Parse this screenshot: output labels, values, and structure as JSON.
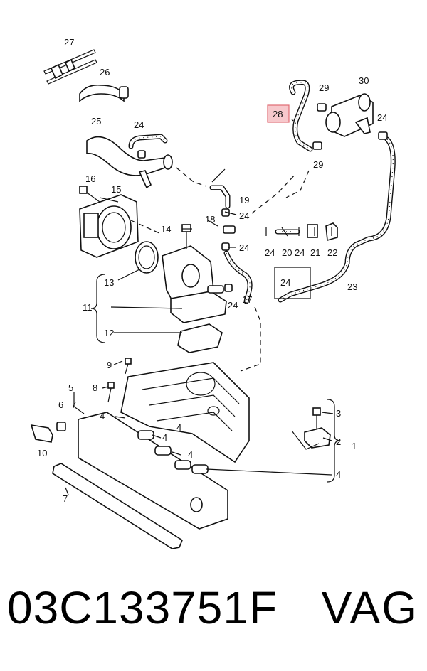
{
  "diagram": {
    "highlighted_callout": "28",
    "highlight_color": "#f7c8cc",
    "callouts": [
      "27",
      "26",
      "25",
      "24",
      "16",
      "15",
      "14",
      "18",
      "19",
      "24",
      "24",
      "24",
      "20",
      "24",
      "21",
      "22",
      "13",
      "11",
      "12",
      "17",
      "24",
      "23",
      "24",
      "30",
      "29",
      "29",
      "24",
      "9",
      "8",
      "5",
      "6",
      "7",
      "10",
      "4",
      "4",
      "4",
      "4",
      "3",
      "2",
      "1",
      "4",
      "7"
    ],
    "bracket_labels": [
      "11",
      "1"
    ]
  },
  "footer": {
    "part_number": "03C133751F",
    "brand": "VAG"
  }
}
